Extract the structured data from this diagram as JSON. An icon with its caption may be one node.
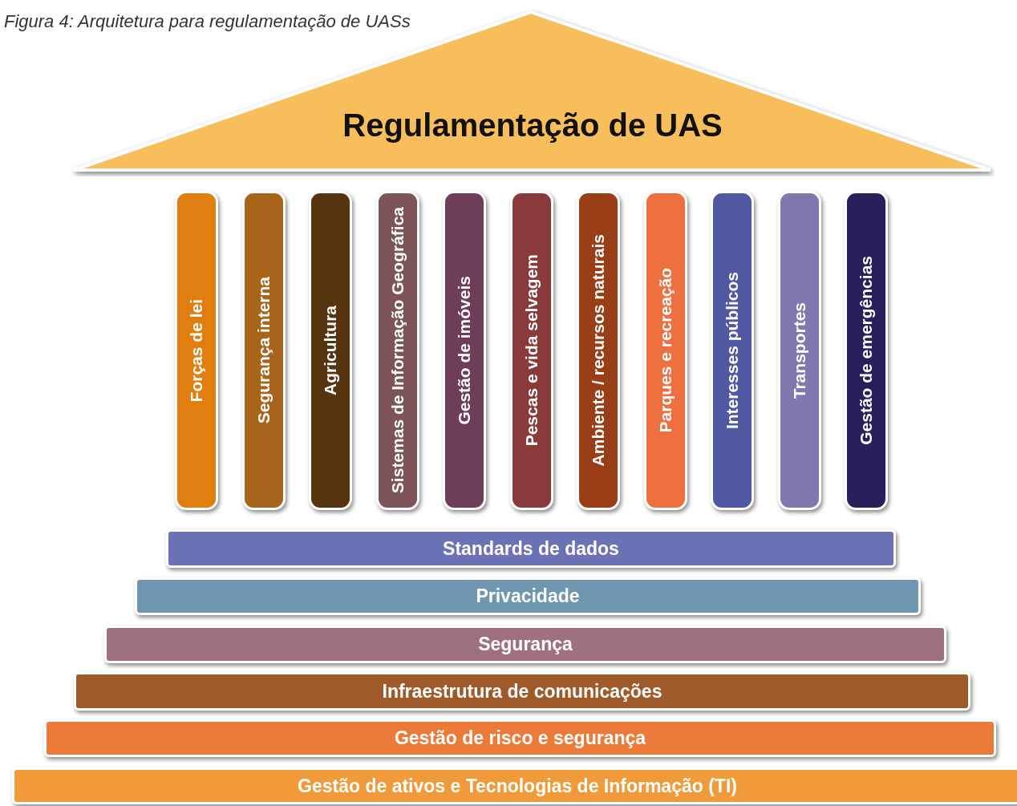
{
  "diagram": {
    "title": "Figura 4: Arquitetura para regulamentação de UASs",
    "nodes": [
      {
        "text": [
          "Regulamentação de UAS"
        ]
      },
      {
        "text": [
          "Forças de lei"
        ]
      },
      {
        "text": [
          "Segurança interna"
        ]
      },
      {
        "text": [
          "Agricultura"
        ]
      },
      {
        "text": [
          "Sistemas de Informação Geográfica"
        ]
      },
      {
        "text": [
          "Gestão de imóveis"
        ]
      },
      {
        "text": [
          "Pescas e vida selvagem"
        ]
      },
      {
        "text": [
          "Ambiente / recursos naturais"
        ]
      },
      {
        "text": [
          "Parques e recreação"
        ]
      },
      {
        "text": [
          "Interesses públicos"
        ]
      },
      {
        "text": [
          "Transportes"
        ]
      },
      {
        "text": [
          "Gestão de emergências"
        ]
      },
      {
        "text": [
          "Standards de dados"
        ]
      },
      {
        "text": [
          "Privacidade"
        ]
      },
      {
        "text": [
          "Segurança"
        ]
      },
      {
        "text": [
          "Infraestrutura de comunicações"
        ]
      },
      {
        "text": [
          "Gestão de risco e segurança"
        ]
      },
      {
        "text": [
          "Gestão de ativos e Tecnologias de Informação (TI)"
        ]
      }
    ]
  }
}
